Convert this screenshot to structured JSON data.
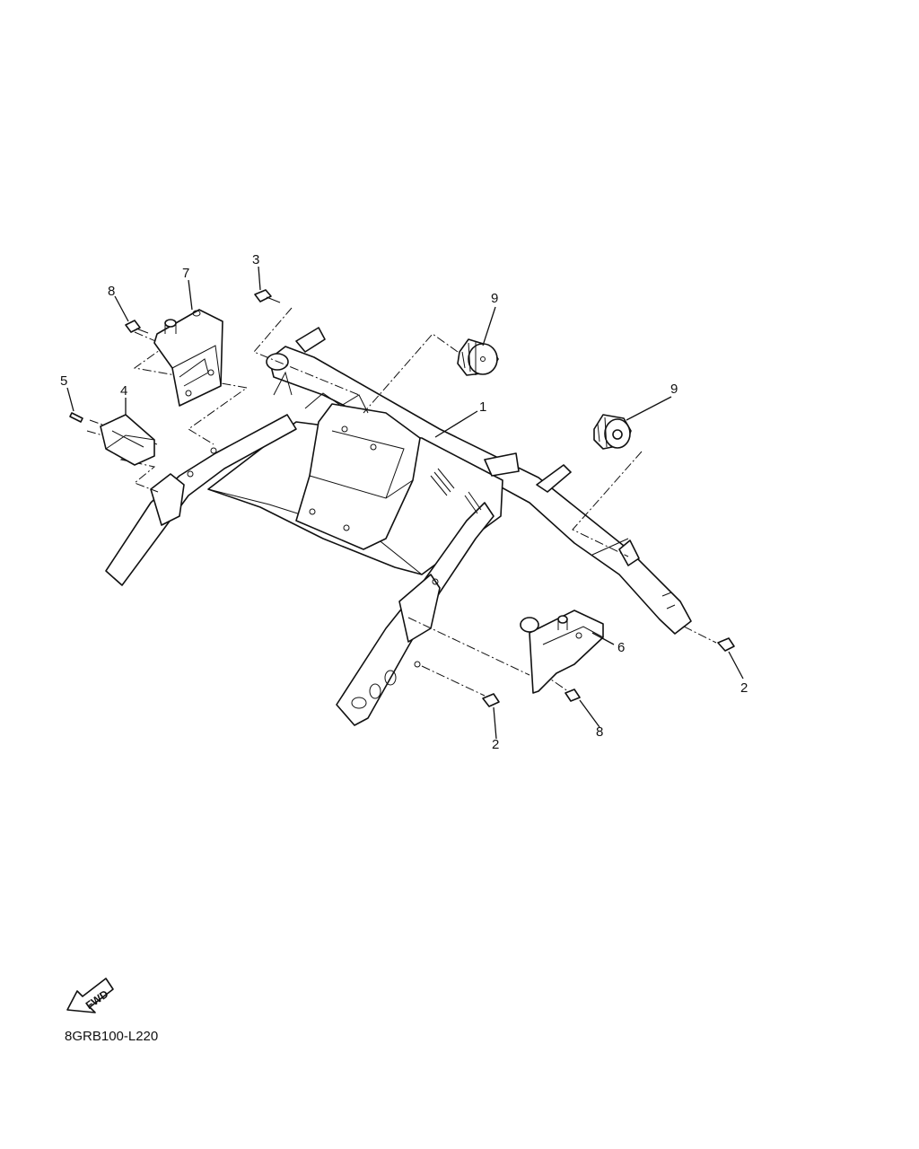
{
  "diagram": {
    "figure_code": "8GRB100-L220",
    "fwd_label": "FWD",
    "callouts": [
      {
        "id": "c1",
        "label": "1"
      },
      {
        "id": "c2a",
        "label": "2"
      },
      {
        "id": "c2b",
        "label": "2"
      },
      {
        "id": "c3",
        "label": "3"
      },
      {
        "id": "c4",
        "label": "4"
      },
      {
        "id": "c5",
        "label": "5"
      },
      {
        "id": "c6",
        "label": "6"
      },
      {
        "id": "c7",
        "label": "7"
      },
      {
        "id": "c8a",
        "label": "8"
      },
      {
        "id": "c8b",
        "label": "8"
      },
      {
        "id": "c9a",
        "label": "9"
      },
      {
        "id": "c9b",
        "label": "9"
      }
    ]
  }
}
